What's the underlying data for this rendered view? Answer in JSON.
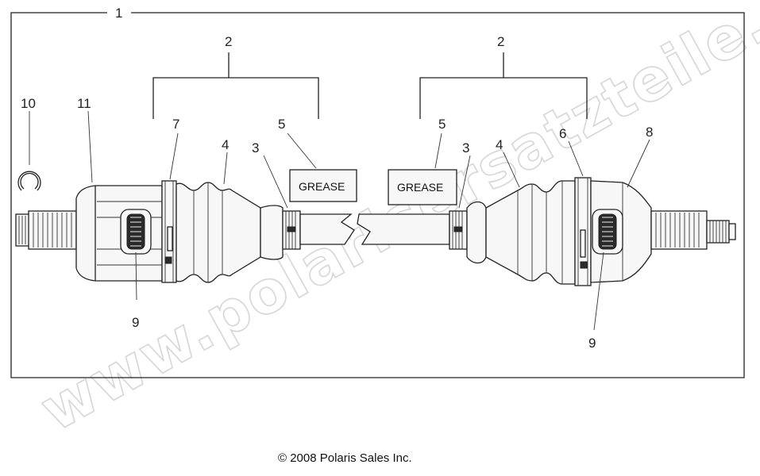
{
  "diagram": {
    "callouts": {
      "c1": "1",
      "c2_left": "2",
      "c2_right": "2",
      "c3_left": "3",
      "c3_right": "3",
      "c4_left": "4",
      "c4_right": "4",
      "c5_left": "5",
      "c5_right": "5",
      "c6": "6",
      "c7": "7",
      "c8": "8",
      "c9_left": "9",
      "c9_right": "9",
      "c10": "10",
      "c11": "11"
    },
    "grease_left": "GREASE",
    "grease_right": "GREASE",
    "watermark": "www.polarisersatzteile.de"
  },
  "footer": {
    "copyright": "© 2008 Polaris Sales Inc."
  }
}
